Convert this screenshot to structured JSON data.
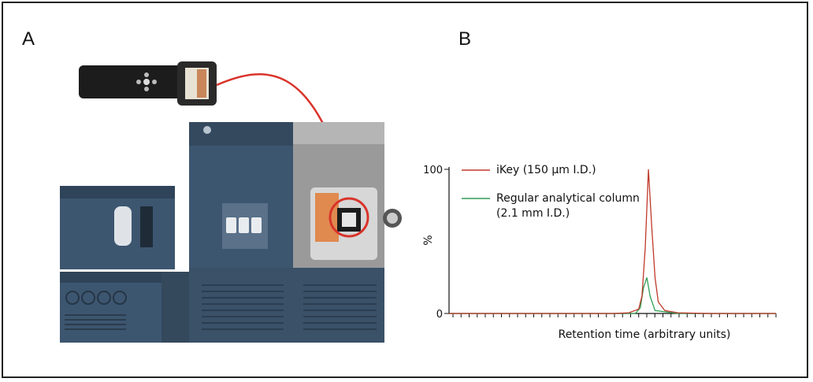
{
  "panels": {
    "a_label": "A",
    "b_label": "B"
  },
  "colors": {
    "accent_red": "#d9342b",
    "series_red": "#c0392b",
    "series_green": "#2e9e55",
    "instrument_blue": "#3d5670"
  },
  "illustration": {
    "description_icons": [
      "ikey-cartridge-icon",
      "lc-ms-instrument-icon",
      "highlight-circle-icon",
      "connector-line-icon"
    ]
  },
  "chart_data": {
    "type": "line",
    "xlabel": "Retention time (arbitrary units)",
    "ylabel": "%",
    "ylim": [
      0,
      100
    ],
    "yticks": [
      "0",
      "100"
    ],
    "grid": false,
    "legend_placement": "top-left",
    "series": [
      {
        "name": "iKey (150 µm I.D.)",
        "color": "#c0392b",
        "x": [
          0,
          30,
          50,
          55,
          58,
          59,
          60,
          61,
          62,
          63,
          64,
          66,
          70,
          80,
          100
        ],
        "y": [
          0,
          0,
          0,
          0.5,
          3,
          12,
          45,
          100,
          60,
          25,
          8,
          2,
          0.5,
          0,
          0
        ]
      },
      {
        "name": "Regular analytical column",
        "name_line2": "(2.1 mm I.D.)",
        "color": "#2e9e55",
        "x": [
          0,
          50,
          57,
          58.5,
          59.5,
          60.5,
          61.5,
          63,
          70,
          100
        ],
        "y": [
          0,
          0,
          0,
          4,
          18,
          25,
          12,
          2,
          0,
          0
        ]
      }
    ]
  }
}
